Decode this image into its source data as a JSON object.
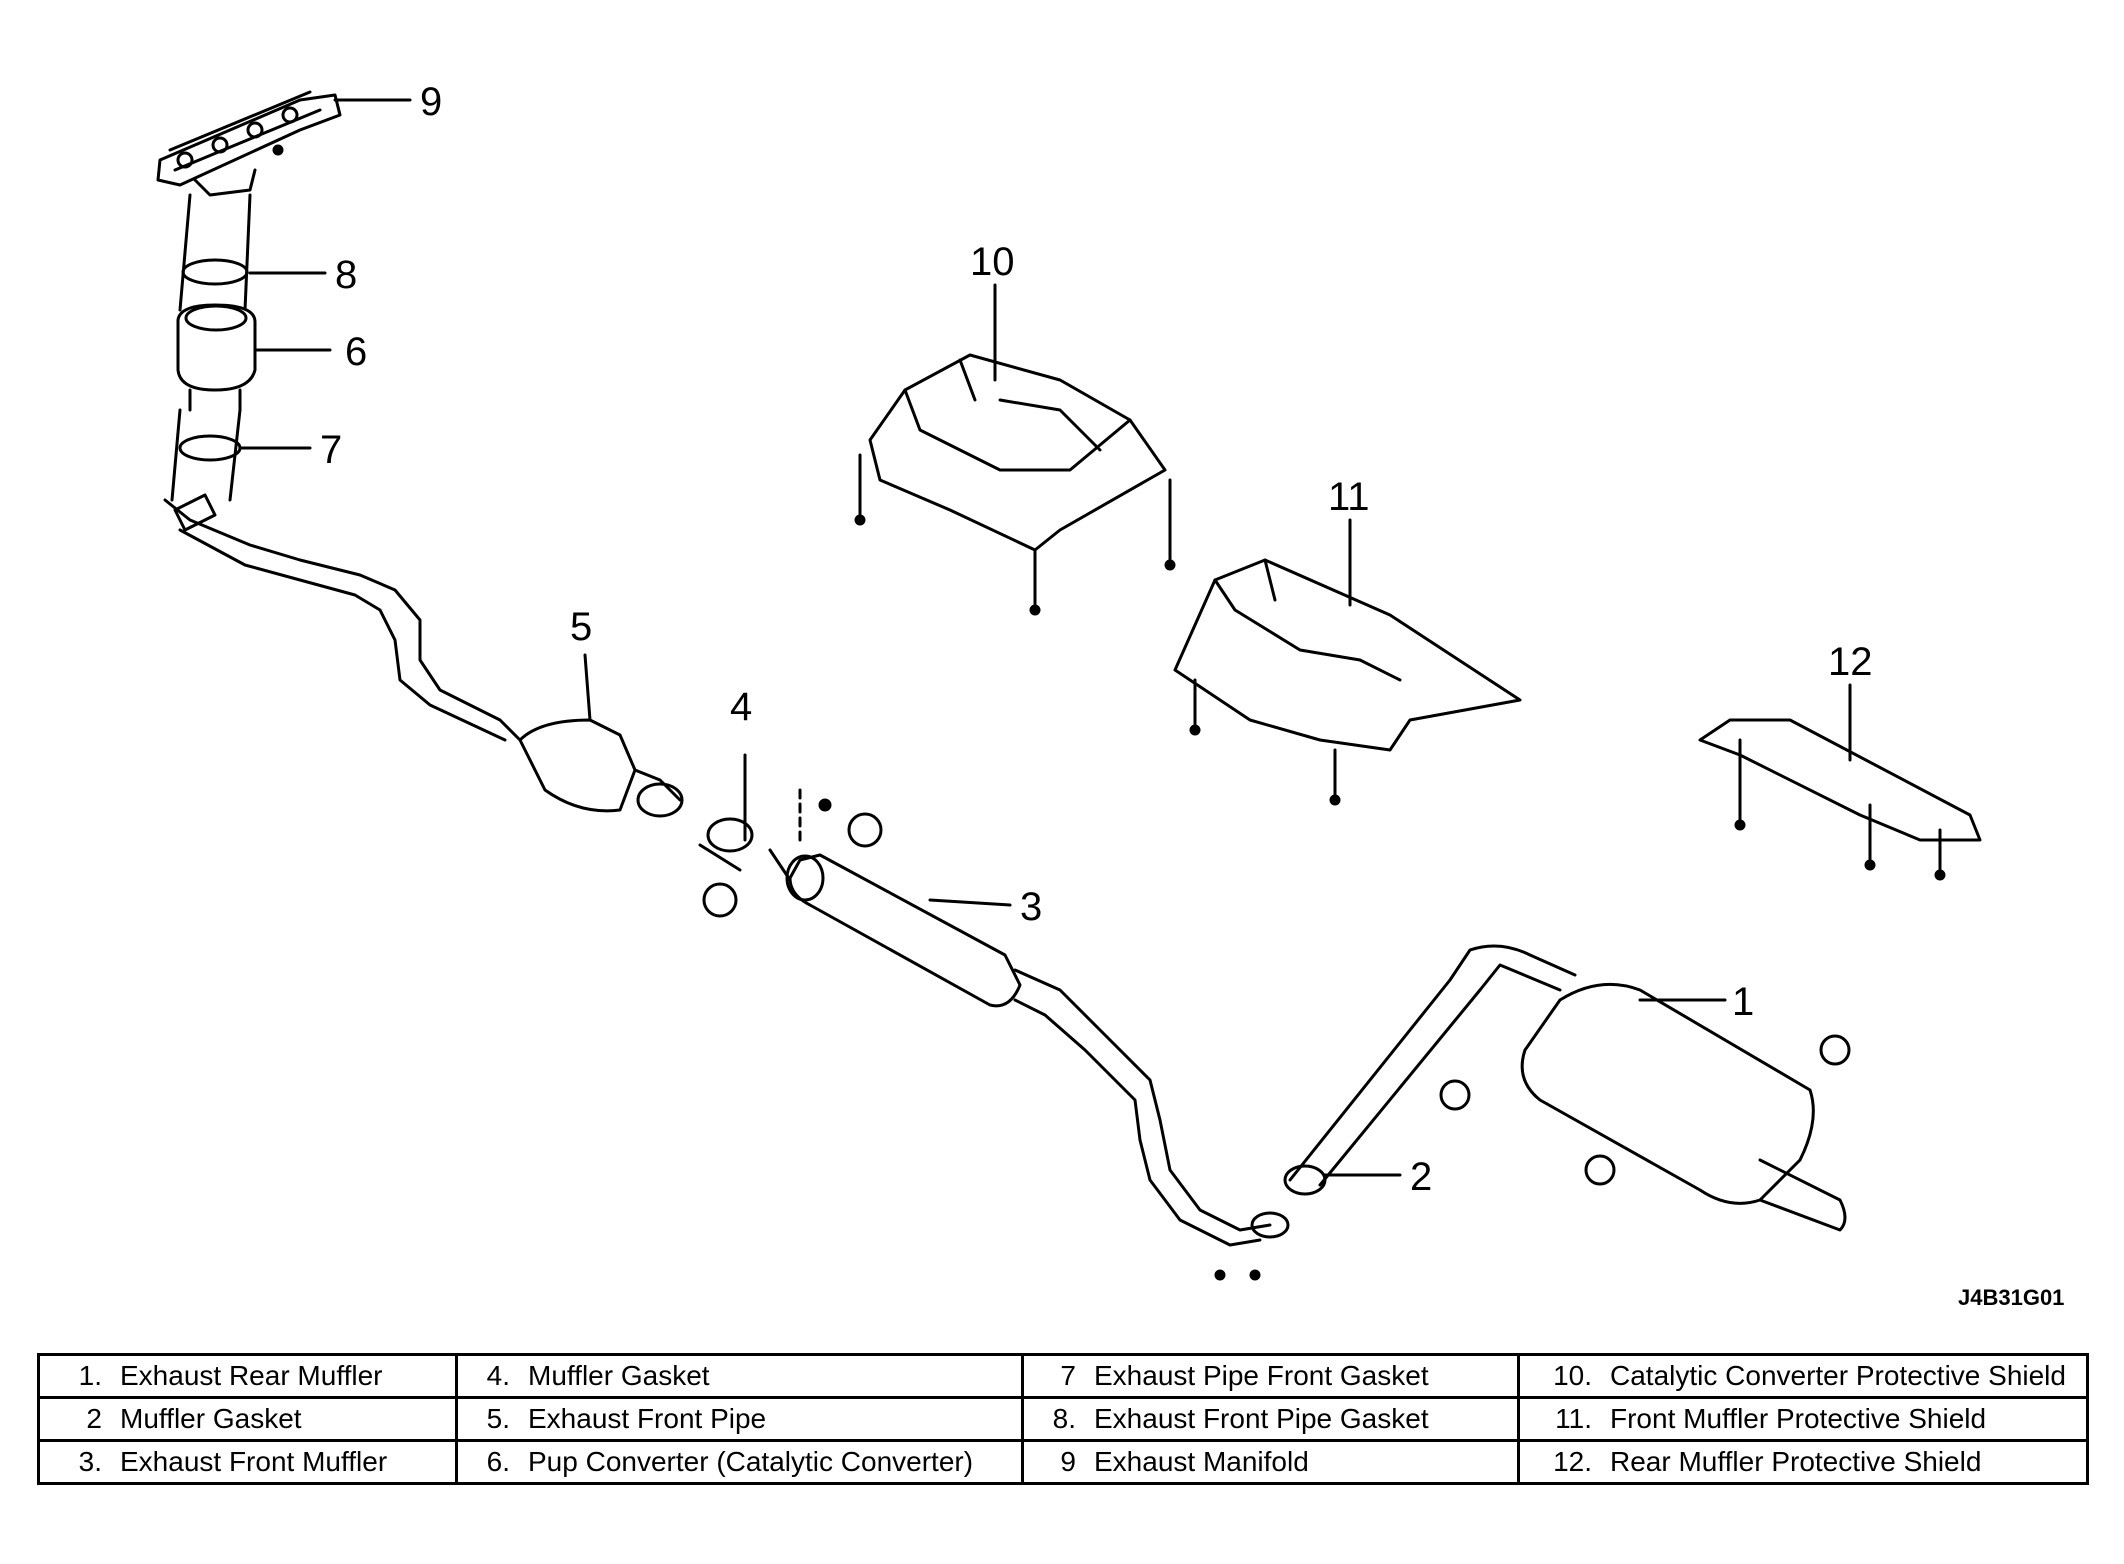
{
  "diagram": {
    "code": "J4B31G01",
    "callouts": [
      "1",
      "2",
      "3",
      "4",
      "5",
      "6",
      "7",
      "8",
      "9",
      "10",
      "11",
      "12"
    ]
  },
  "legend": {
    "rows": [
      [
        {
          "num": "1.",
          "label": "Exhaust Rear Muffler"
        },
        {
          "num": "4.",
          "label": "Muffler Gasket"
        },
        {
          "num": "7",
          "label": "Exhaust Pipe Front Gasket"
        },
        {
          "num": "10.",
          "label": "Catalytic Converter Protective Shield"
        }
      ],
      [
        {
          "num": "2",
          "label": "Muffler Gasket"
        },
        {
          "num": "5.",
          "label": "Exhaust Front Pipe"
        },
        {
          "num": "8.",
          "label": "Exhaust Front Pipe Gasket"
        },
        {
          "num": "11.",
          "label": "Front Muffler Protective Shield"
        }
      ],
      [
        {
          "num": "3.",
          "label": "Exhaust Front Muffler"
        },
        {
          "num": "6.",
          "label": "Pup Converter (Catalytic Converter)"
        },
        {
          "num": "9",
          "label": "Exhaust Manifold"
        },
        {
          "num": "12.",
          "label": "Rear Muffler Protective Shield"
        }
      ]
    ]
  }
}
